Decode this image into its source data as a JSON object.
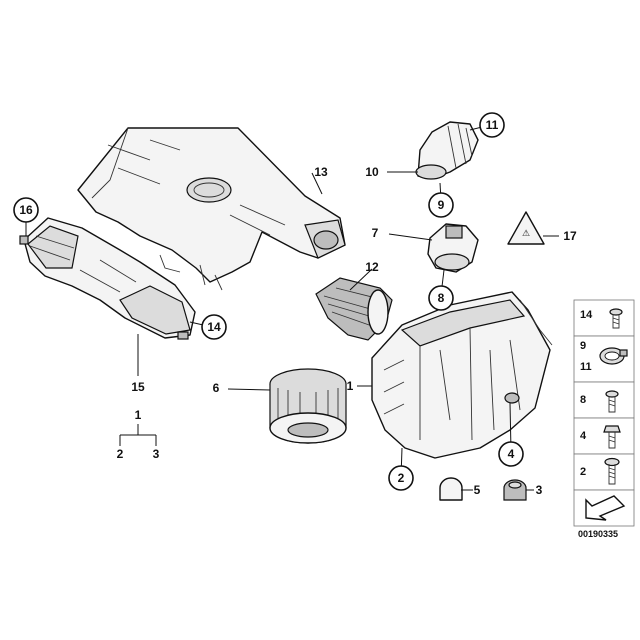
{
  "callouts": {
    "c1a": "1",
    "c1b": "1",
    "c2a": "2",
    "c2b": "2",
    "c3a": "3",
    "c3b": "3",
    "c4": "4",
    "c5": "5",
    "c6": "6",
    "c7": "7",
    "c8": "8",
    "c9": "9",
    "c10": "10",
    "c11": "11",
    "c12": "12",
    "c13": "13",
    "c14": "14",
    "c15": "15",
    "c16": "16",
    "c17": "17"
  },
  "side_panel": {
    "items": [
      {
        "labels": [
          "14"
        ],
        "icon": "screw-icon"
      },
      {
        "labels": [
          "9",
          "11"
        ],
        "icon": "hose-clamp-icon"
      },
      {
        "labels": [
          "8"
        ],
        "icon": "screw-icon"
      },
      {
        "labels": [
          "4"
        ],
        "icon": "bolt-icon"
      },
      {
        "labels": [
          "2"
        ],
        "icon": "screw-icon"
      }
    ],
    "arrow_icon": "arrow-down-left-icon"
  },
  "document_code": "00190335"
}
